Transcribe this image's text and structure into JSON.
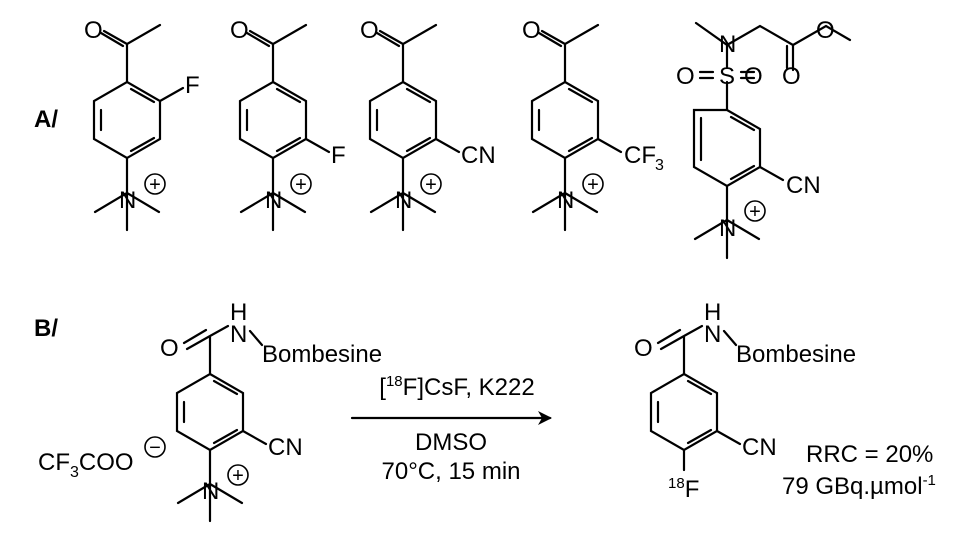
{
  "panel_a": {
    "label": "A/",
    "atoms": {
      "o": "O",
      "n": "N",
      "f": "F",
      "s": "S",
      "cn": "CN",
      "cf": "CF",
      "cf_sub": "3",
      "plus": "+"
    }
  },
  "panel_b": {
    "label": "B/",
    "atoms": {
      "o": "O",
      "h": "H",
      "n": "N",
      "cn": "CN",
      "f": "F",
      "f_iso": "18",
      "plus": "+",
      "minus": "−"
    },
    "peptide": "Bombesine",
    "counterion": {
      "pre": "CF",
      "sub": "3",
      "post": "COO"
    },
    "reagents": {
      "pre": "[",
      "iso": "18",
      "post": "F]CsF,  K222"
    },
    "solvent": "DMSO",
    "conditions": "70°C, 15 min",
    "rrc": "RRC = 20%",
    "activity": {
      "text": "79 GBq.µmol",
      "exp": "-1"
    }
  }
}
